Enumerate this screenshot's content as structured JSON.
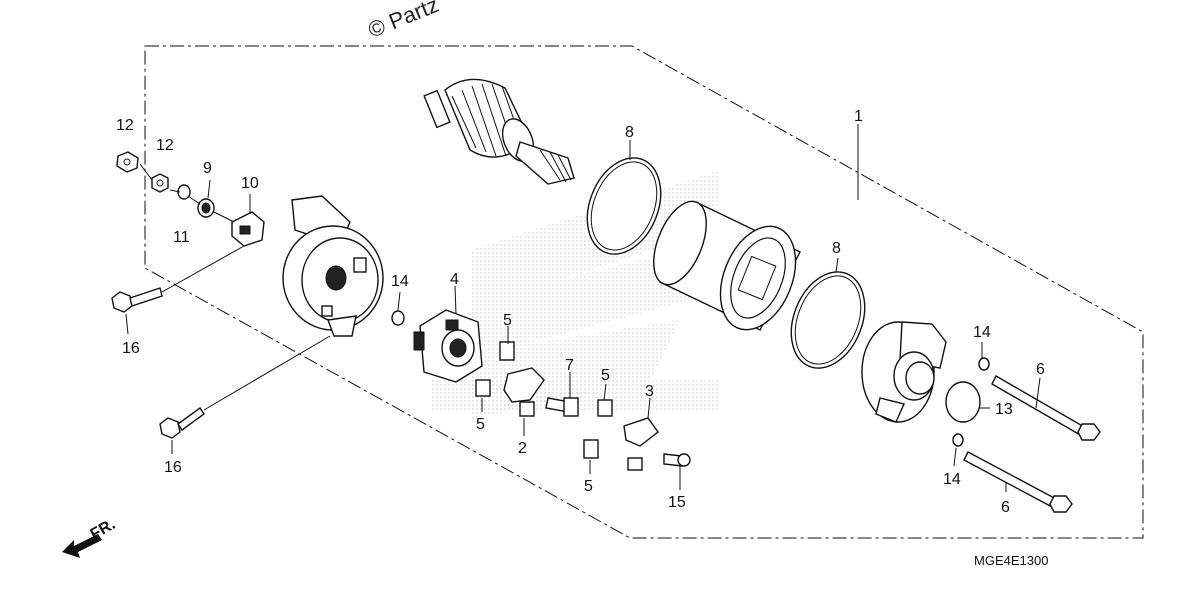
{
  "watermark": "© Partz",
  "diagram_code": "MGE4E1300",
  "front_indicator": "FR.",
  "callouts": {
    "c1": "1",
    "c2": "2",
    "c3": "3",
    "c4": "4",
    "c5a": "5",
    "c5b": "5",
    "c5c": "5",
    "c5d": "5",
    "c6a": "6",
    "c6b": "6",
    "c7": "7",
    "c8a": "8",
    "c8b": "8",
    "c9": "9",
    "c10": "10",
    "c11": "11",
    "c12a": "12",
    "c12b": "12",
    "c13": "13",
    "c14a": "14",
    "c14b": "14",
    "c14c": "14",
    "c15": "15",
    "c16a": "16",
    "c16b": "16"
  },
  "colors": {
    "line": "#111111",
    "background": "#ffffff",
    "hatch": "#cfcfcf"
  }
}
